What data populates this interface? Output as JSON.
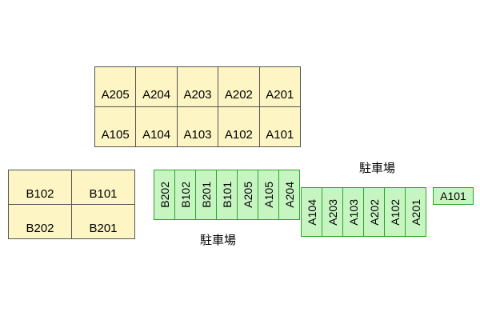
{
  "building_a": {
    "top_row": [
      "A205",
      "A204",
      "A203",
      "A202",
      "A201"
    ],
    "bottom_row": [
      "A105",
      "A104",
      "A103",
      "A102",
      "A101"
    ]
  },
  "building_b": {
    "top_row": [
      "B102",
      "B101"
    ],
    "bottom_row": [
      "B202",
      "B201"
    ]
  },
  "parking": {
    "row_1": [
      "B202",
      "B102",
      "B201",
      "B101",
      "A205",
      "A105",
      "A204"
    ],
    "row_2": [
      "A104",
      "A203",
      "A103",
      "A202",
      "A102",
      "A201"
    ],
    "single": "A101",
    "label_upper": "駐車場",
    "label_lower": "駐車場"
  },
  "colors": {
    "building_fill": "#fdf5c4",
    "parking_fill": "#c7f5c2",
    "parking_border": "#2aa52a"
  }
}
